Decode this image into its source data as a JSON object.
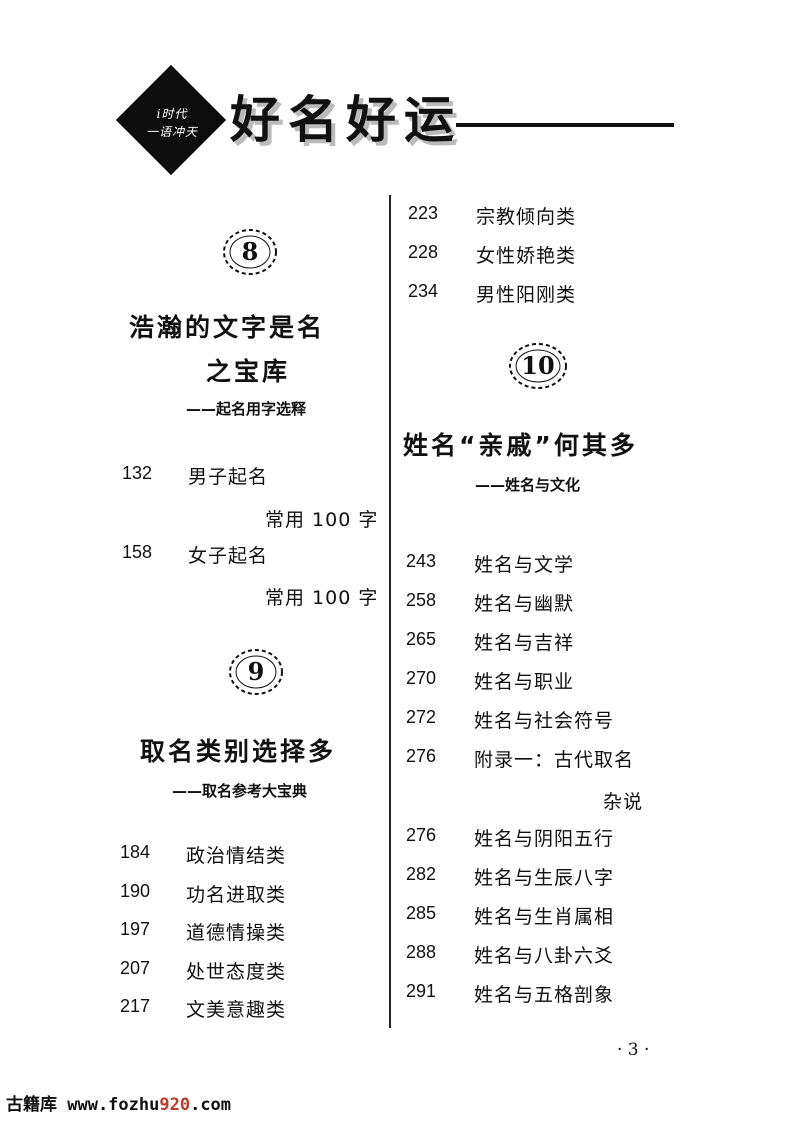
{
  "header": {
    "badge_line1": "i时代",
    "badge_line2": "一语冲天",
    "title": "好名好运"
  },
  "sections": {
    "s8": {
      "number": "8",
      "title_line1": "浩瀚的文字是名",
      "title_line2": "之宝库",
      "subtitle": "——起名用字选释",
      "entries": [
        {
          "page": "132",
          "label": "男子起名",
          "cont": "常用 100 字"
        },
        {
          "page": "158",
          "label": "女子起名",
          "cont": "常用 100 字"
        }
      ]
    },
    "s9": {
      "number": "9",
      "title": "取名类别选择多",
      "subtitle": "——取名参考大宝典",
      "entries": [
        {
          "page": "184",
          "label": "政治情结类"
        },
        {
          "page": "190",
          "label": "功名进取类"
        },
        {
          "page": "197",
          "label": "道德情操类"
        },
        {
          "page": "207",
          "label": "处世态度类"
        },
        {
          "page": "217",
          "label": "文美意趣类"
        }
      ]
    },
    "s9_cont": {
      "entries": [
        {
          "page": "223",
          "label": "宗教倾向类"
        },
        {
          "page": "228",
          "label": "女性娇艳类"
        },
        {
          "page": "234",
          "label": "男性阳刚类"
        }
      ]
    },
    "s10": {
      "number": "10",
      "title": "姓名“亲戚”何其多",
      "subtitle": "——姓名与文化",
      "entries": [
        {
          "page": "243",
          "label": "姓名与文学"
        },
        {
          "page": "258",
          "label": "姓名与幽默"
        },
        {
          "page": "265",
          "label": "姓名与吉祥"
        },
        {
          "page": "270",
          "label": "姓名与职业"
        },
        {
          "page": "272",
          "label": "姓名与社会符号"
        },
        {
          "page": "276",
          "label": "附录一：古代取名",
          "cont": "杂说"
        },
        {
          "page": "276",
          "label": "姓名与阴阳五行"
        },
        {
          "page": "282",
          "label": "姓名与生辰八字"
        },
        {
          "page": "285",
          "label": "姓名与生肖属相"
        },
        {
          "page": "288",
          "label": "姓名与八卦六爻"
        },
        {
          "page": "291",
          "label": "姓名与五格剖象"
        }
      ]
    }
  },
  "footer": {
    "page_number": "· 3 ·",
    "watermark_prefix": "古籍库 www.fozhu",
    "watermark_highlight": "920",
    "watermark_suffix": ".com"
  }
}
